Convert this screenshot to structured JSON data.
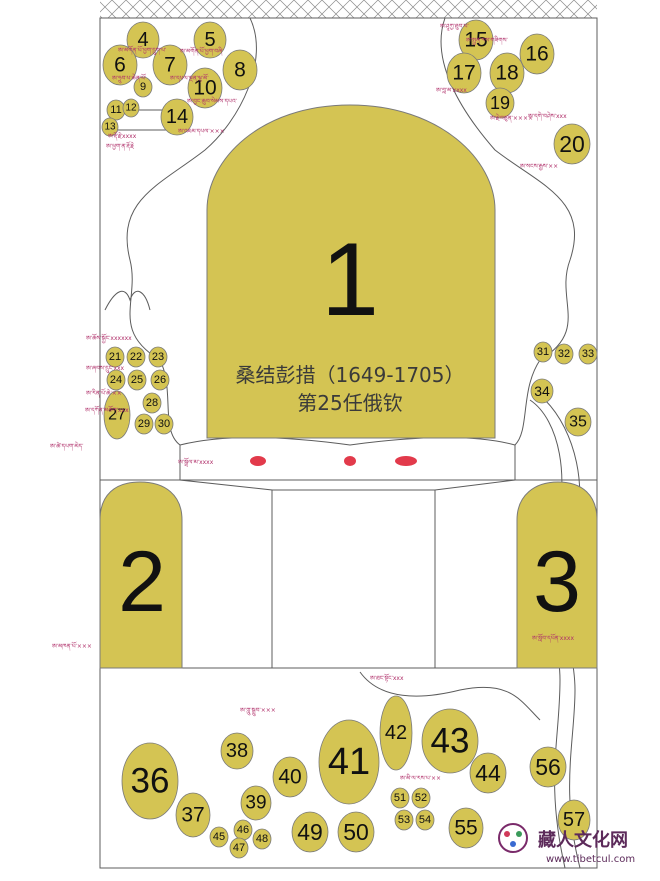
{
  "main_panel": {
    "number": "1",
    "caption_line1": "桑结彭措（1649-1705）",
    "caption_line2": "第25任俄钦"
  },
  "side_panels": [
    {
      "number": "2"
    },
    {
      "number": "3"
    }
  ],
  "circles": [
    "4",
    "5",
    "6",
    "7",
    "8",
    "9",
    "10",
    "11",
    "12",
    "13",
    "14",
    "15",
    "16",
    "17",
    "18",
    "19",
    "20",
    "21",
    "22",
    "23",
    "24",
    "25",
    "26",
    "27",
    "28",
    "29",
    "30",
    "31",
    "32",
    "33",
    "34",
    "35",
    "36",
    "37",
    "38",
    "39",
    "40",
    "41",
    "42",
    "43",
    "44",
    "45",
    "46",
    "47",
    "48",
    "49",
    "50",
    "51",
    "52",
    "53",
    "54",
    "55",
    "56",
    "57"
  ],
  "tibetan_labels": [
    "ཨ་མགོན་པོ་ཕྱག་དྲུག་པ་",
    "ཨ་མགོན་པོ་ཕྱག་བཞི་",
    "ཨ་ཧྲུབ་པ་ཆེན་པོ་",
    "ཨ་དཔལ་ལྡན་ལྷ་མོ་",
    "ཨ་བྱང་ཆུབ་སེམས་དཔའ་",
    "ཨ་རྡོ་རྗེ་xxxx",
    "ཨ་འཇམ་དཔལ་×××",
    "ཨ་ཕྱག་ན་རྡོ་རྗེ",
    "ཨ་ཤཱཀྱ་ཐུབ་པ་",
    "ཨ་སྤྱན་རས་གཟིགས་",
    "ཨ་བླ་མ་xxxx",
    "ཨ་རྗེ་བཙུན་××××",
    "ཨ་དགེ་བཤེས་xxx",
    "ཨ་སངས་རྒྱས་××",
    "ཨ་ཆོས་སྐྱོང་xxxxxx",
    "ཨ་ཞབས་དྲུང་xxx",
    "ཨ་རིན་པོ་ཆེ་××",
    "ཨ་དཀོན་མཆོག་xxx",
    "ཨ་ཚེ་དཔག་མེད་",
    "ཨ་སྒྲོལ་མ་xxxx",
    "ཨ་མཁན་པོ་×××",
    "ཨ་སློབ་དཔོན་xxxx",
    "ཨ་ཀླུ་སྒྲུབ་×××",
    "ཨ་ཐང་སྟོང་xxx",
    "ཨ་མི་ལ་རས་པ་××"
  ],
  "watermark": {
    "title": "藏人文化网",
    "url": "www.tibetcul.com"
  },
  "colors": {
    "fill": "#d4c453",
    "stroke": "#7a7a7a",
    "frame": "#5c5c5c",
    "red_mark": "#e23a4b",
    "tibetan": "#b0306a"
  }
}
